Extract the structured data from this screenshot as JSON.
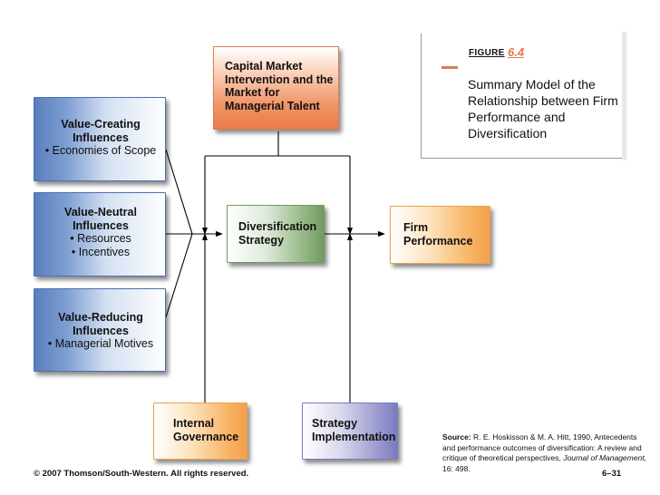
{
  "figure": {
    "label": "FIGURE",
    "number": "6.4",
    "title": "Summary Model of the Relationship between Firm Performance and Diversification"
  },
  "boxes": {
    "capital_market": [
      "Capital Market",
      "Intervention and the",
      "Market for",
      "Managerial Talent"
    ],
    "value_creating": {
      "title": [
        "Value-Creating",
        "Influences"
      ],
      "bullets": [
        "Economies of Scope"
      ]
    },
    "value_neutral": {
      "title": [
        "Value-Neutral",
        "Influences"
      ],
      "bullets": [
        "Resources",
        "Incentives"
      ]
    },
    "value_reducing": {
      "title": [
        "Value-Reducing",
        "Influences"
      ],
      "bullets": [
        "Managerial Motives"
      ]
    },
    "diversification": [
      "Diversification",
      "Strategy"
    ],
    "firm_performance": [
      "Firm",
      "Performance"
    ],
    "internal_governance": [
      "Internal",
      "Governance"
    ],
    "strategy_implementation": [
      "Strategy",
      "Implementation"
    ]
  },
  "bullet_char": "•",
  "source": {
    "label": "Source:",
    "text_1": "R. E. Hoskisson & M. A. Hitt, 1990, Antecedents and performance outcomes of diversification: A review and critique of theoretical perspectives,",
    "journal": "Journal of Management,",
    "text_2": "16: 498."
  },
  "footer": {
    "copyright": "© 2007 Thomson/South-Western. All rights reserved.",
    "page": "6–31"
  }
}
